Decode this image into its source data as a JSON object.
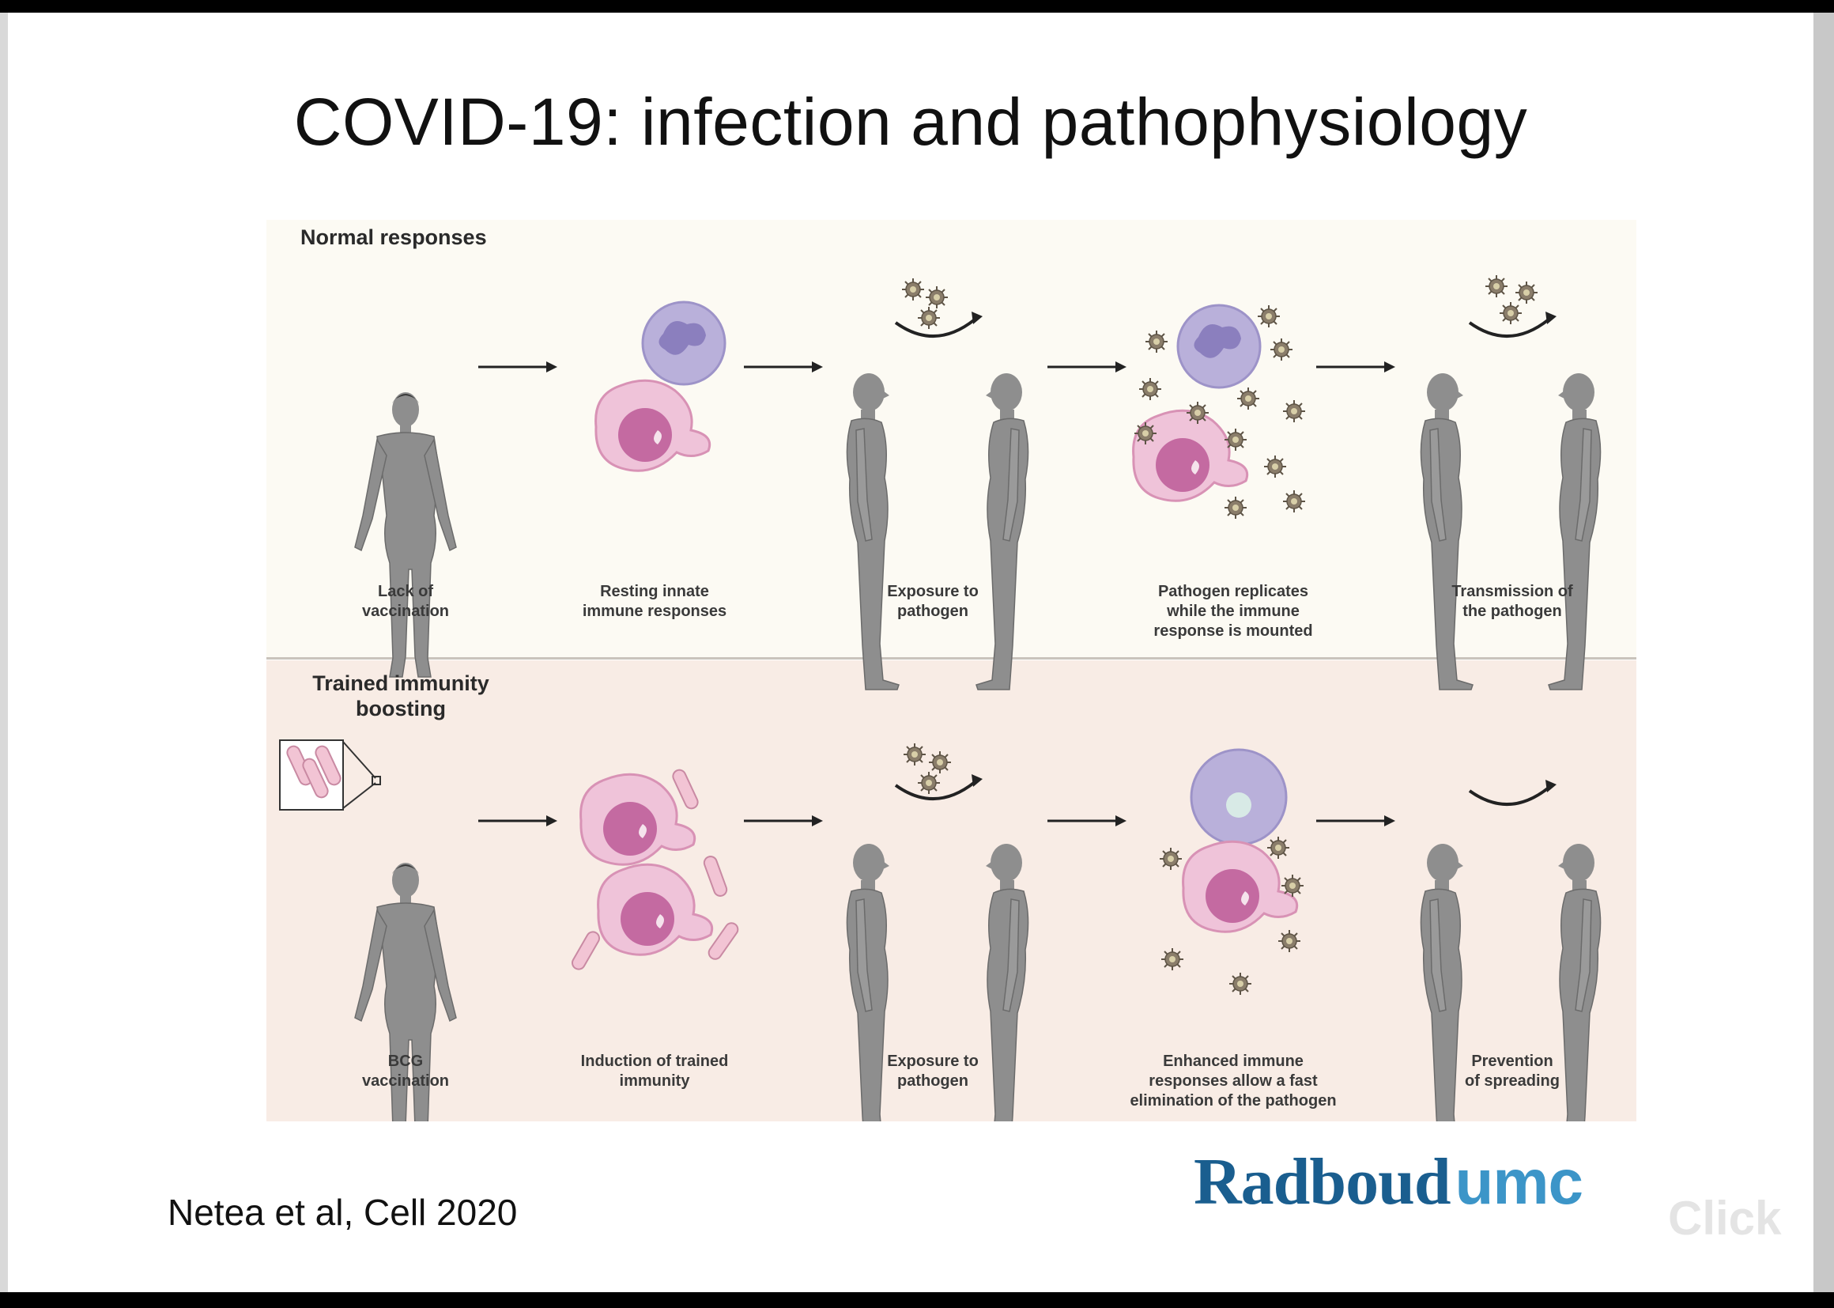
{
  "slide": {
    "title": "COVID-19: infection and pathophysiology",
    "citation": "Netea et al, Cell 2020",
    "logo": {
      "part1": "Radboud",
      "part2": "umc"
    },
    "watermark": "Click"
  },
  "figure": {
    "top_panel": {
      "heading": "Normal responses",
      "captions": [
        "Lack of\nvaccination",
        "Resting innate\nimmune responses",
        "Exposure to\npathogen",
        "Pathogen replicates\nwhile the immune\nresponse is mounted",
        "Transmission of\nthe pathogen"
      ]
    },
    "bottom_panel": {
      "heading": "Trained immunity\nboosting",
      "captions": [
        "BCG\nvaccination",
        "Induction of trained\nimmunity",
        "Exposure to\npathogen",
        "Enhanced immune\nresponses allow a fast\nelimination of the pathogen",
        "Prevention\nof spreading"
      ]
    }
  },
  "colors": {
    "figure_gray": "#8e8e8e",
    "figure_dark": "#555555",
    "neutrophil": "#b9b0da",
    "macrophage": "#e9b2cf",
    "nucleus": "#c46aa1",
    "bacteria": "#f2c4d4"
  }
}
